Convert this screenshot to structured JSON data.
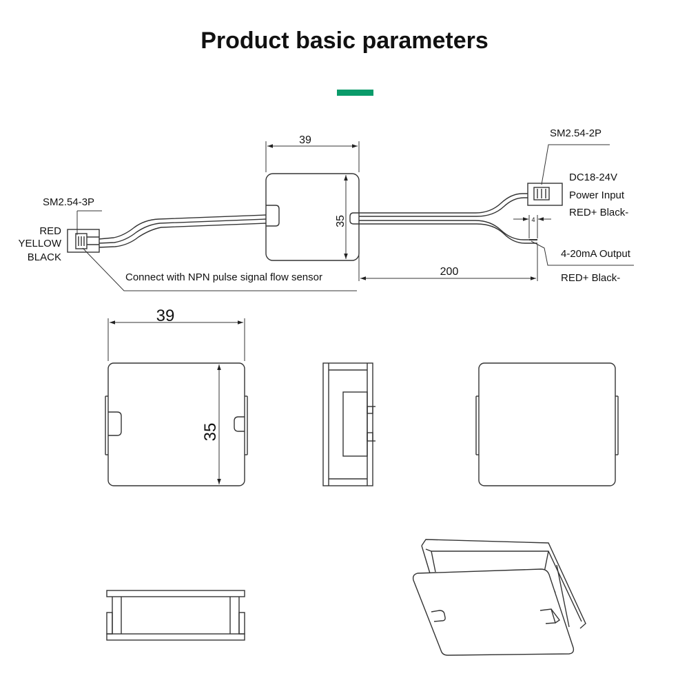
{
  "title": "Product basic parameters",
  "accent_color": "#0a9b6a",
  "wiring": {
    "left_connector": "SM2.54-3P",
    "left_wires": [
      "RED",
      "YELLOW",
      "BLACK"
    ],
    "sensor_note": "Connect with NPN pulse signal flow sensor",
    "right_connector": "SM2.54-2P",
    "power_lines": [
      "DC18-24V",
      "Power Input",
      "RED+ Black-"
    ],
    "output_lines": [
      "4-20mA Output",
      "RED+ Black-"
    ]
  },
  "dimensions": {
    "width": "39",
    "height": "35",
    "cable_length": "200",
    "strip_length": "4"
  }
}
